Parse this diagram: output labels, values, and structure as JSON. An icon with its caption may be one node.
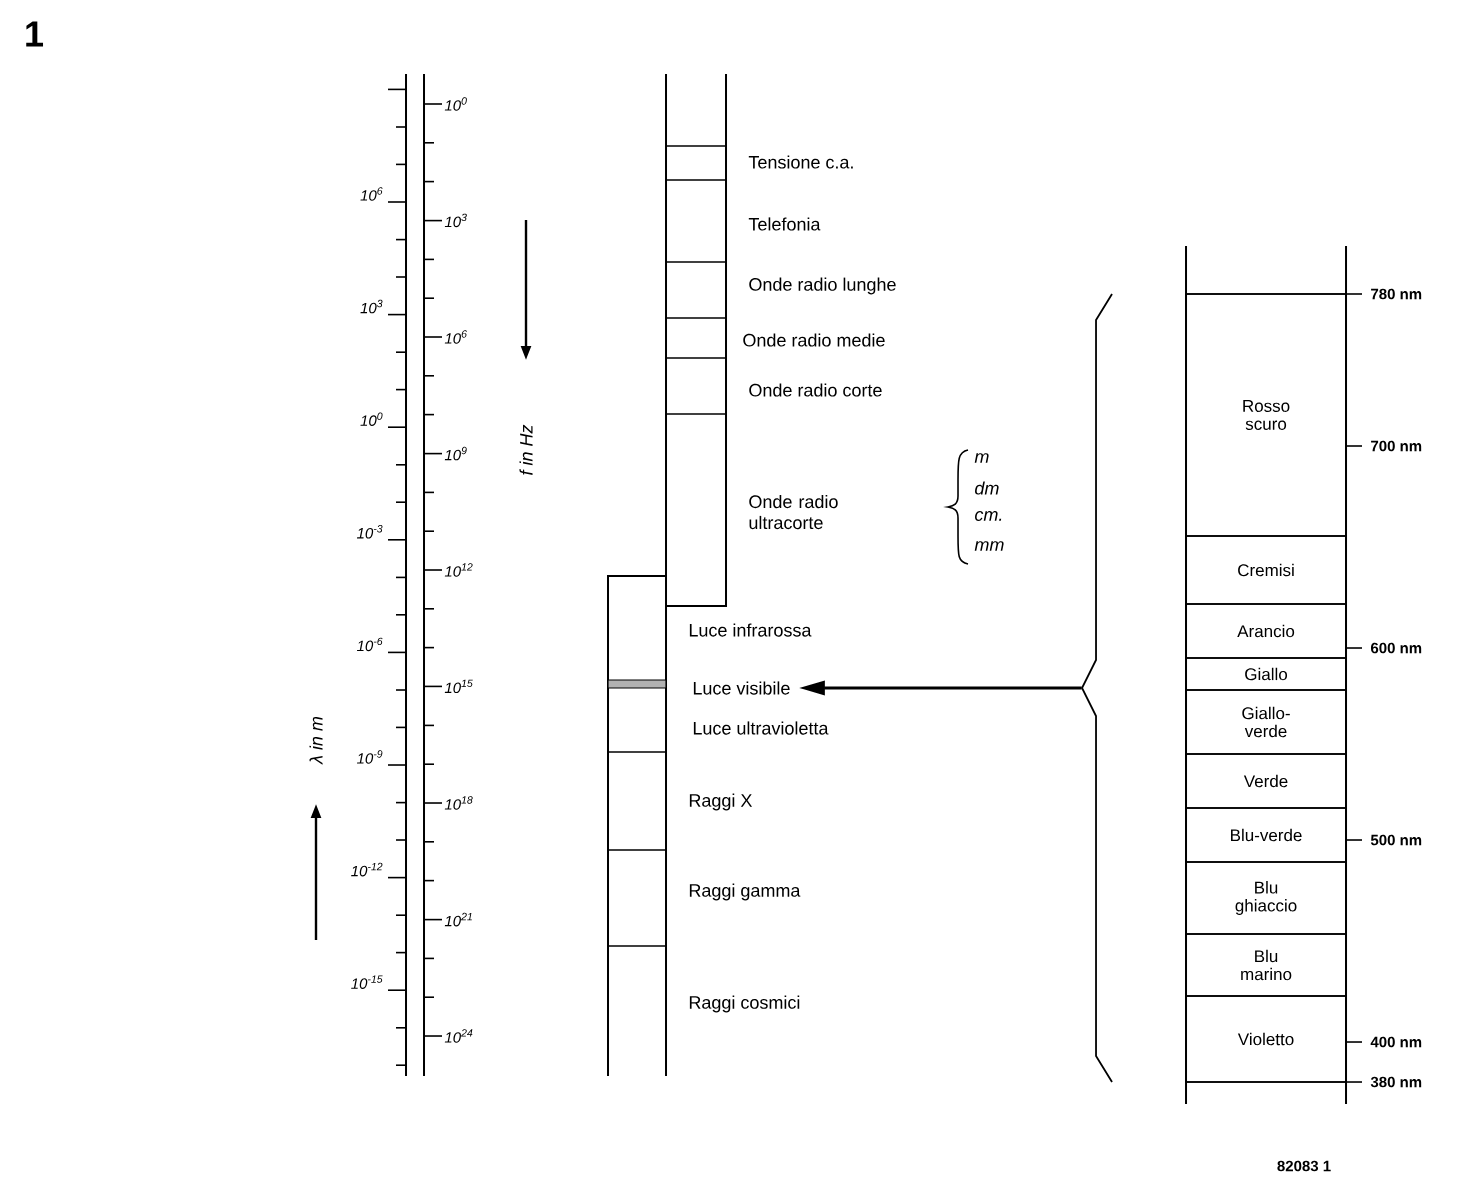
{
  "diagram": {
    "nodes": [
      {
        "text": [
          "Tensione c.a."
        ]
      },
      {
        "text": [
          "Telefonia"
        ]
      },
      {
        "text": [
          "Onde radio lunghe"
        ]
      },
      {
        "text": [
          "Onde radio medie"
        ]
      },
      {
        "text": [
          "Onde radio corte"
        ]
      },
      {
        "text": [
          "Onde radio ultracorte"
        ]
      },
      {
        "text": [
          "Luce infrarossa"
        ]
      },
      {
        "text": [
          "Luce visibile"
        ]
      },
      {
        "text": [
          "Luce ultravioletta"
        ]
      },
      {
        "text": [
          "Raggi X"
        ]
      },
      {
        "text": [
          "Raggi gamma"
        ]
      },
      {
        "text": [
          "Raggi cosmici"
        ]
      },
      {
        "text": [],
        "shape": "bracket"
      },
      {
        "text": [
          "Rosso scuro"
        ]
      },
      {
        "text": [
          "Cremisi"
        ]
      },
      {
        "text": [
          "Arancio"
        ]
      },
      {
        "text": [
          "Giallo"
        ]
      },
      {
        "text": [
          "Giallo-verde"
        ]
      },
      {
        "text": [
          "Verde"
        ]
      },
      {
        "text": [
          "Blu-verde"
        ]
      },
      {
        "text": [
          "Blu ghiaccio"
        ]
      },
      {
        "text": [
          "Blu marino"
        ]
      },
      {
        "text": [
          "Violetto"
        ]
      }
    ],
    "edges": [
      {
        "from": 12,
        "to": 7,
        "arrow": "to"
      }
    ],
    "labels": [
      "1",
      "10$^{0}$",
      "10$^{3}$",
      "10$^{6}$",
      "10$^{9}$",
      "10$^{12}$",
      "10$^{15}$",
      "10$^{18}$",
      "10$^{21}$",
      "10$^{24}$",
      "10$^{6}$",
      "10$^{3}$",
      "10$^{0}$",
      "10$^{-3}$",
      "10$^{-6}$",
      "10$^{-9}$",
      "10$^{-12}$",
      "10$^{-15}$",
      "f in Hz",
      "λ in m",
      "m",
      "dm",
      "cm.",
      "mm",
      "780 nm",
      "700 nm",
      "600 nm",
      "500 nm",
      "400 nm",
      "380 nm",
      "82083 1"
    ]
  }
}
